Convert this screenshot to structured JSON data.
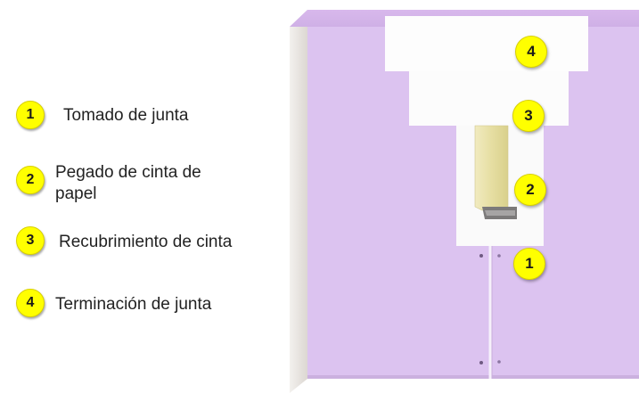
{
  "legend": [
    {
      "number": "1",
      "label": "Tomado de junta"
    },
    {
      "number": "2",
      "label": "Pegado de cinta de papel"
    },
    {
      "number": "3",
      "label": "Recubrimiento de cinta"
    },
    {
      "number": "4",
      "label": "Terminación de junta"
    }
  ],
  "diagram_markers": [
    "4",
    "3",
    "2",
    "1"
  ],
  "colors": {
    "board": "#dcc3f0",
    "board_edge": "#ece9e4",
    "compound": "#fdfdfd",
    "paper_tape": "#ece5b0",
    "badge": "#ffff00"
  }
}
